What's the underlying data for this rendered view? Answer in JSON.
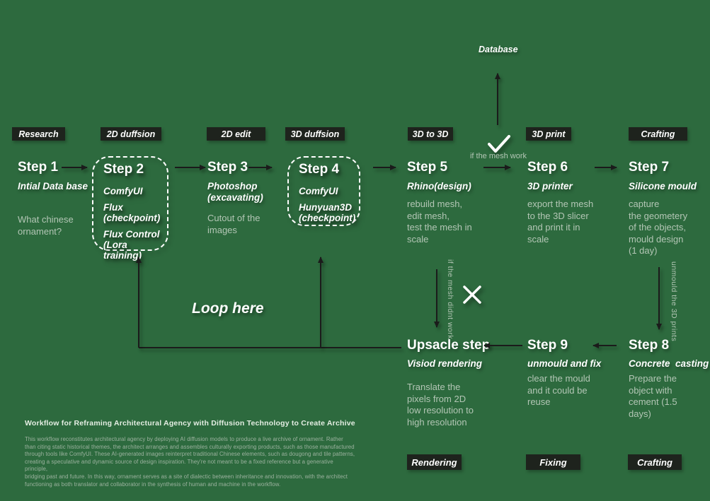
{
  "colors": {
    "background": "#2d6a3e",
    "label_bg": "#1e231d",
    "text": "#ffffff",
    "muted": "#b3c6b5",
    "footer_muted": "#9db3a0",
    "arrow": "#1b1b1b"
  },
  "top_labels": [
    "Research",
    "2D duffsion",
    "2D edit",
    "3D duffsion",
    "3D to 3D",
    "3D print",
    "Crafting"
  ],
  "bottom_labels": [
    "Rendering",
    "Fixing",
    "Crafting"
  ],
  "flow": {
    "database_label": "Database",
    "branch_up_label": "if the mesh work",
    "branch_down_label": "if the mesh didnt work",
    "unmould_label": "unmould the 3D prints",
    "loop_label": "Loop here"
  },
  "steps": [
    {
      "title": "Step 1",
      "subtitle": "Intial Data base",
      "body": "What chinese\nornament?"
    },
    {
      "title": "Step 2",
      "items": [
        "ComfyUI",
        "Flux\n(checkpoint)",
        "Flux Control\n(Lora training)"
      ]
    },
    {
      "title": "Step 3",
      "subtitle": "Photoshop\n(excavating)",
      "body": "Cutout of the\nimages"
    },
    {
      "title": "Step 4",
      "items": [
        "ComfyUI",
        "Hunyuan3D\n(checkpoint)"
      ]
    },
    {
      "title": "Step 5",
      "subtitle": "Rhino(design)",
      "body": "rebuild mesh,\nedit mesh,\ntest the mesh in\nscale"
    },
    {
      "title": "Step 6",
      "subtitle": "3D printer",
      "body": "export the mesh\nto the 3D slicer\nand print it in\nscale"
    },
    {
      "title": "Step 7",
      "subtitle": "Silicone mould",
      "body": "capture\nthe geometery\nof the objects,\nmould design\n(1 day)"
    },
    {
      "title": "Step 8",
      "subtitle": "Concrete  casting",
      "body": "Prepare the\nobject with\ncement (1.5\ndays)"
    },
    {
      "title": "Step 9",
      "subtitle": "unmould and fix",
      "body": "clear the mould\nand it could be\nreuse"
    },
    {
      "title": "Upsacle step",
      "subtitle": "Visiod rendering",
      "body": "Translate the\npixels from 2D\nlow resolution to\nhigh resolution"
    }
  ],
  "footer": {
    "title": "Workflow for Reframing Architectural Agency with Diffusion Technology to Create Archive",
    "body": "This workflow reconstitutes architectural agency by deploying AI diffusion models to  produce a live archive of ornament. Rather\nthan citing static historical themes, the architect arranges and assembles culturally exporting  products, such as those manufactured\nthrough tools like ComfyUI. These AI-generated images reinterpret traditional Chinese elements, such as dougong and tile patterns,\ncreating a speculative and dynamic source of design inspiration. They're not meant to be a fixed reference but a generative principle,\nbridging past and future. In this way, ornament serves as a site of dialectic between inheritance and innovation, with the architect\nfunctioning as both translator and collaborator in the synthesis of human and machine in the workflow."
  }
}
